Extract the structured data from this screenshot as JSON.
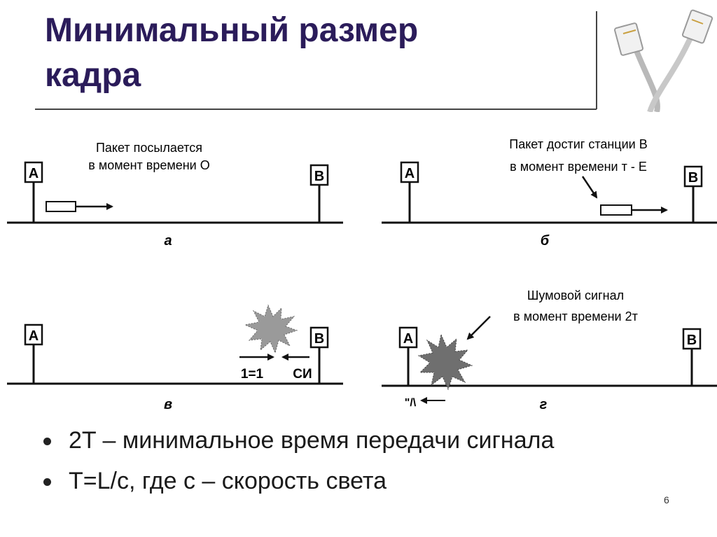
{
  "slide": {
    "title_lines": [
      "Минимальный размер",
      "кадра"
    ],
    "page_number": "6"
  },
  "panels": {
    "a": {
      "station_left": "A",
      "station_right": "B",
      "caption_lines": [
        "Пакет посылается",
        "в момент времени О"
      ],
      "label": "а"
    },
    "b": {
      "station_left": "A",
      "station_right": "B",
      "caption_lines": [
        "Пакет достиг станции В",
        "в момент времени т - Е"
      ],
      "label": "б"
    },
    "c": {
      "station_left": "A",
      "station_right": "B",
      "arrow_labels": [
        "1=1",
        "СИ"
      ],
      "label": "в"
    },
    "d": {
      "station_left": "A",
      "station_right": "B",
      "caption_lines": [
        "Шумовой сигнал",
        "в момент времени 2т"
      ],
      "label": "г",
      "bottom_mark": "\"/\\"
    }
  },
  "bullets": [
    "2T – минимальное время передачи сигнала",
    "T=L/c, где c – скорость света"
  ]
}
